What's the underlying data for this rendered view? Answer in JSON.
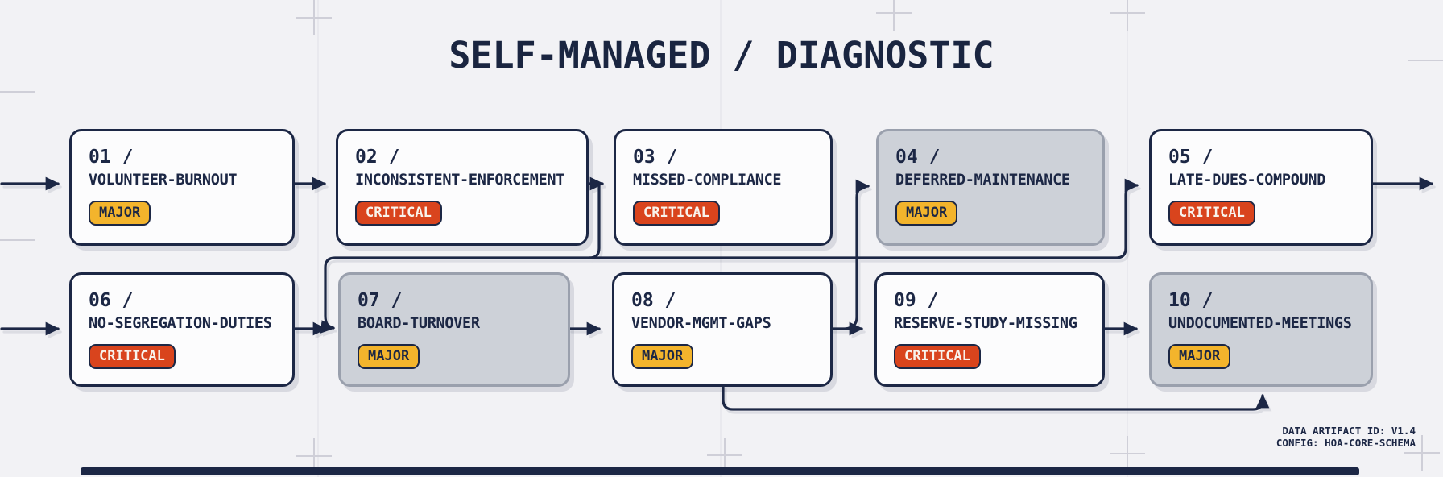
{
  "title": "SELF-MANAGED / DIAGNOSTIC",
  "footer": {
    "line1": "DATA ARTIFACT ID: V1.4",
    "line2": "CONFIG: HOA-CORE-SCHEMA"
  },
  "colors": {
    "accent": "#1c2745",
    "background": "#f2f2f5",
    "node_light_bg": "#fcfcfd",
    "node_gray_bg": "#cdd1d8",
    "node_gray_border": "#9aa0ad"
  },
  "badge_colors": {
    "MAJOR": {
      "bg": "#f3b42c",
      "text": "#1c2745"
    },
    "CRITICAL": {
      "bg": "#d9441d",
      "text": "#f8f3ec"
    }
  },
  "nodes": [
    {
      "number": "01 /",
      "label": "VOLUNTEER-BURNOUT",
      "severity": "MAJOR",
      "variant": "light"
    },
    {
      "number": "02 /",
      "label": "INCONSISTENT-ENFORCEMENT",
      "severity": "CRITICAL",
      "variant": "light"
    },
    {
      "number": "03 /",
      "label": "MISSED-COMPLIANCE",
      "severity": "CRITICAL",
      "variant": "light"
    },
    {
      "number": "04 /",
      "label": "DEFERRED-MAINTENANCE",
      "severity": "MAJOR",
      "variant": "gray"
    },
    {
      "number": "05 /",
      "label": "LATE-DUES-COMPOUND",
      "severity": "CRITICAL",
      "variant": "light"
    },
    {
      "number": "06 /",
      "label": "NO-SEGREGATION-DUTIES",
      "severity": "CRITICAL",
      "variant": "light"
    },
    {
      "number": "07 /",
      "label": "BOARD-TURNOVER",
      "severity": "MAJOR",
      "variant": "gray"
    },
    {
      "number": "08 /",
      "label": "VENDOR-MGMT-GAPS",
      "severity": "MAJOR",
      "variant": "light"
    },
    {
      "number": "09 /",
      "label": "RESERVE-STUDY-MISSING",
      "severity": "CRITICAL",
      "variant": "light"
    },
    {
      "number": "10 /",
      "label": "UNDOCUMENTED-MEETINGS",
      "severity": "MAJOR",
      "variant": "gray"
    }
  ]
}
